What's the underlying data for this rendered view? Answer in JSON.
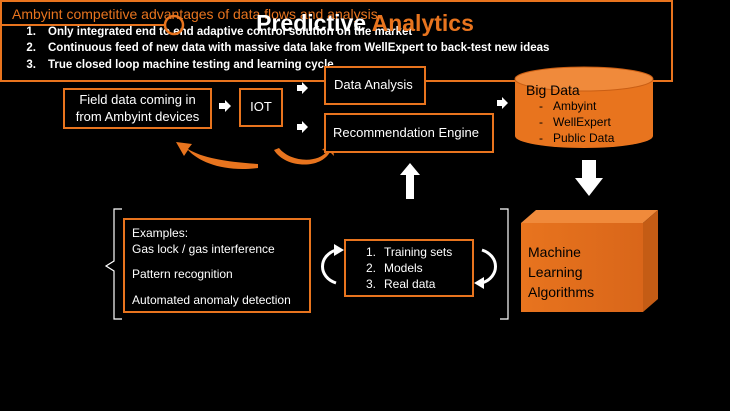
{
  "header": {
    "title_part1": "Predictive ",
    "title_part2": "Analytics"
  },
  "flow": {
    "field_data_label": "Field data coming in from Ambyint devices",
    "iot_label": "IOT",
    "data_analysis_label": "Data Analysis",
    "recommendation_label": "Recommendation Engine"
  },
  "big_data": {
    "title": "Big Data",
    "items": [
      {
        "dash": "-",
        "text": "Ambyint"
      },
      {
        "dash": "-",
        "text": "WellExpert"
      },
      {
        "dash": "-",
        "text": "Public Data"
      }
    ]
  },
  "ml": {
    "line1": "Machine",
    "line2": "Learning",
    "line3": "Algorithms"
  },
  "examples": {
    "heading": "Examples:",
    "item1": "Gas lock / gas interference",
    "item2": "Pattern recognition",
    "item3": "Automated anomaly detection"
  },
  "training": [
    {
      "num": "1.",
      "text": "Training sets"
    },
    {
      "num": "2.",
      "text": "Models"
    },
    {
      "num": "3.",
      "text": "Real data"
    }
  ],
  "advantages": {
    "title": "Ambyint competitive advantages of data flows and analysis",
    "items": [
      {
        "num": "1.",
        "text": "Only integrated end to end adaptive control solution on the market"
      },
      {
        "num": "2.",
        "text": "Continuous feed of new data with massive data lake from WellExpert to back-test new ideas"
      },
      {
        "num": "3.",
        "text": "True closed loop machine testing and learning cycle"
      }
    ]
  },
  "colors": {
    "accent": "#e8741e",
    "background": "#000000",
    "text": "#ffffff"
  }
}
